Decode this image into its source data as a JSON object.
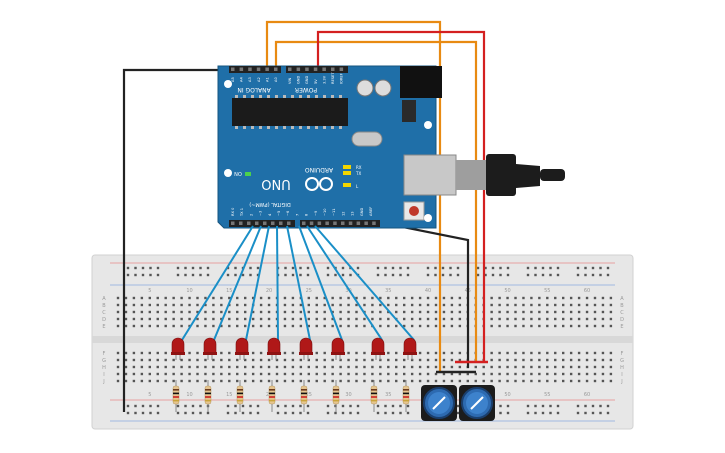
{
  "arduino": {
    "brand": "ARDUINO",
    "model": "UNO",
    "on_label": "ON",
    "power_label": "POWER",
    "analog_label": "ANALOG IN",
    "digital_label": "DIGITAL (PWM~)",
    "analog_pins": [
      "A5",
      "A4",
      "A3",
      "A2",
      "A1",
      "A0"
    ],
    "power_pins": [
      "VIN",
      "GND",
      "GND",
      "5V",
      "3.3V",
      "RESET",
      "IOREF"
    ],
    "digital_pins": [
      "RX 0",
      "TX 1",
      "2",
      "~3",
      "4",
      "~5",
      "~6",
      "7",
      "8",
      "~9",
      "~10",
      "~11",
      "12",
      "13",
      "GND",
      "AREF"
    ],
    "tx_label": "TX",
    "rx_label": "RX",
    "l_label": "L"
  },
  "breadboard": {
    "column_numbers": [
      "5",
      "10",
      "15",
      "20",
      "25",
      "30",
      "35",
      "40",
      "45",
      "50",
      "55",
      "60"
    ],
    "row_letters_top": [
      "A",
      "B",
      "C",
      "D",
      "E"
    ],
    "row_letters_bottom": [
      "F",
      "G",
      "H",
      "I",
      "J"
    ]
  },
  "components": {
    "led_count": 8,
    "resistor_count": 8,
    "potentiometer_count": 2
  },
  "colors": {
    "board": "#1f6fa8",
    "wire_blue": "#1a8fc7",
    "wire_orange": "#e88a12",
    "wire_red": "#d42020",
    "wire_black": "#222222",
    "led_red": "#b01818",
    "breadboard": "#e7e7e7"
  }
}
